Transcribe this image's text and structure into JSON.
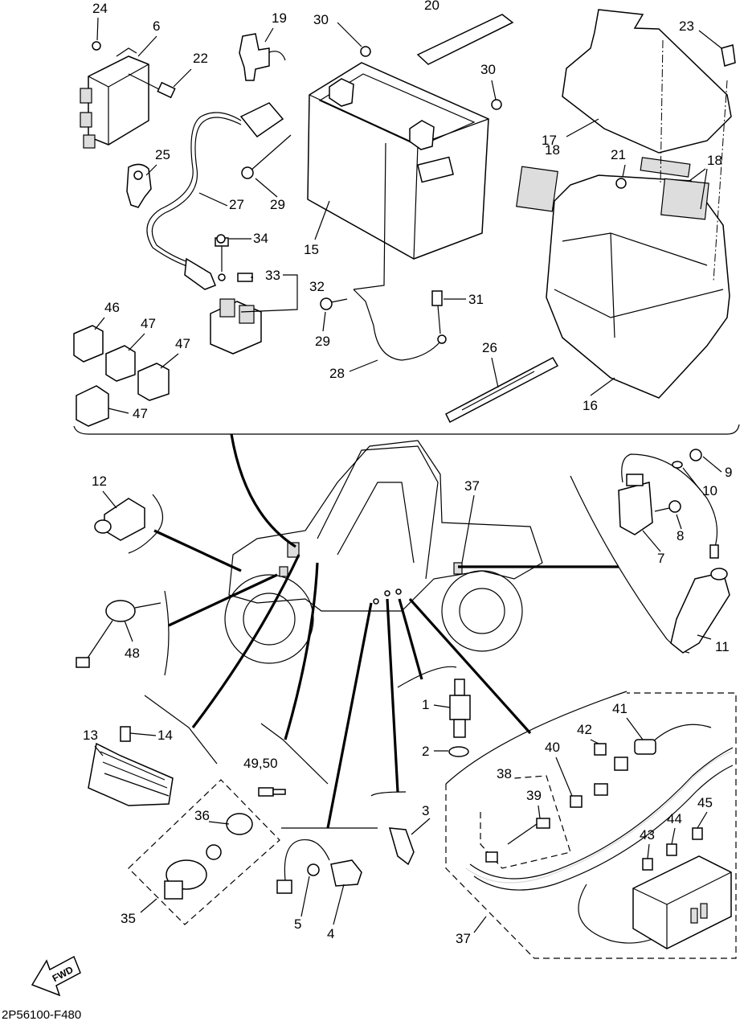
{
  "diagram_code": "2P56100-F480",
  "direction_arrow": "FWD",
  "callouts": [
    {
      "id": "c24",
      "text": "24"
    },
    {
      "id": "c6",
      "text": "6"
    },
    {
      "id": "c22",
      "text": "22"
    },
    {
      "id": "c19",
      "text": "19"
    },
    {
      "id": "c30a",
      "text": "30"
    },
    {
      "id": "c20",
      "text": "20"
    },
    {
      "id": "c30b",
      "text": "30"
    },
    {
      "id": "c23",
      "text": "23"
    },
    {
      "id": "c25",
      "text": "25"
    },
    {
      "id": "c27",
      "text": "27"
    },
    {
      "id": "c29a",
      "text": "29"
    },
    {
      "id": "c15",
      "text": "15"
    },
    {
      "id": "c17",
      "text": "17"
    },
    {
      "id": "c18a",
      "text": "18"
    },
    {
      "id": "c21",
      "text": "21"
    },
    {
      "id": "c18b",
      "text": "18"
    },
    {
      "id": "c34",
      "text": "34"
    },
    {
      "id": "c33",
      "text": "33"
    },
    {
      "id": "c32",
      "text": "32"
    },
    {
      "id": "c31",
      "text": "31"
    },
    {
      "id": "c46",
      "text": "46"
    },
    {
      "id": "c47a",
      "text": "47"
    },
    {
      "id": "c47b",
      "text": "47"
    },
    {
      "id": "c29b",
      "text": "29"
    },
    {
      "id": "c26",
      "text": "26"
    },
    {
      "id": "c28",
      "text": "28"
    },
    {
      "id": "c16",
      "text": "16"
    },
    {
      "id": "c47c",
      "text": "47"
    },
    {
      "id": "c12",
      "text": "12"
    },
    {
      "id": "c37a",
      "text": "37"
    },
    {
      "id": "c9",
      "text": "9"
    },
    {
      "id": "c10",
      "text": "10"
    },
    {
      "id": "c8",
      "text": "8"
    },
    {
      "id": "c7",
      "text": "7"
    },
    {
      "id": "c48",
      "text": "48"
    },
    {
      "id": "c11",
      "text": "11"
    },
    {
      "id": "c1",
      "text": "1"
    },
    {
      "id": "c2",
      "text": "2"
    },
    {
      "id": "c13",
      "text": "13"
    },
    {
      "id": "c14",
      "text": "14"
    },
    {
      "id": "c41",
      "text": "41"
    },
    {
      "id": "c42",
      "text": "42"
    },
    {
      "id": "c40",
      "text": "40"
    },
    {
      "id": "c38",
      "text": "38"
    },
    {
      "id": "c39",
      "text": "39"
    },
    {
      "id": "c4950",
      "text": "49,50"
    },
    {
      "id": "c3",
      "text": "3"
    },
    {
      "id": "c45",
      "text": "45"
    },
    {
      "id": "c44",
      "text": "44"
    },
    {
      "id": "c43",
      "text": "43"
    },
    {
      "id": "c36",
      "text": "36"
    },
    {
      "id": "c35",
      "text": "35"
    },
    {
      "id": "c5",
      "text": "5"
    },
    {
      "id": "c4",
      "text": "4"
    },
    {
      "id": "c37b",
      "text": "37"
    }
  ]
}
